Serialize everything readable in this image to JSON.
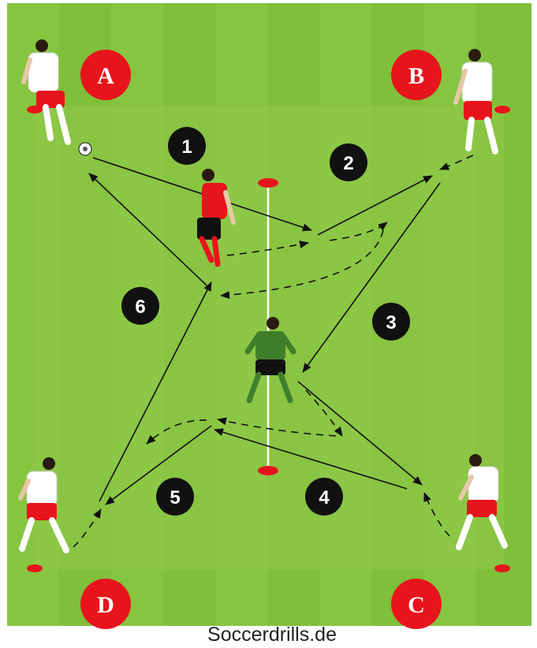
{
  "corners": [
    {
      "id": "A",
      "label": "A"
    },
    {
      "id": "B",
      "label": "B"
    },
    {
      "id": "C",
      "label": "C"
    },
    {
      "id": "D",
      "label": "D"
    }
  ],
  "steps": [
    {
      "label": "1"
    },
    {
      "label": "2"
    },
    {
      "label": "3"
    },
    {
      "label": "4"
    },
    {
      "label": "5"
    },
    {
      "label": "6"
    }
  ],
  "watermark": "Soccerdrills.de",
  "colors": {
    "grass_outer": "#7fbf3a",
    "grass_inner": "#8cc63f",
    "badge": "#e8141c",
    "number_disc": "#111111",
    "cone": "#e8141c",
    "home_kit": "#ffffff",
    "home_shorts": "#e8141c",
    "attacker_shirt": "#e8141c",
    "defender_shirt": "#3f7f2a"
  }
}
